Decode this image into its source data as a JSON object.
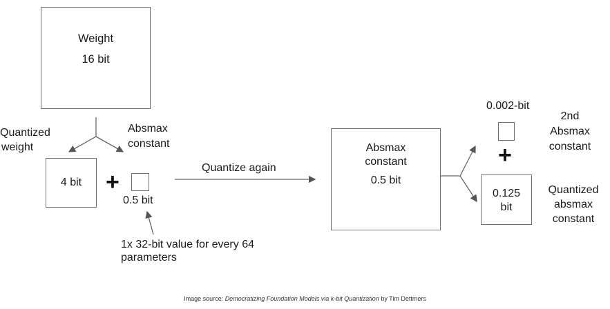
{
  "weight_box": {
    "line1": "Weight",
    "line2": "16 bit"
  },
  "quantized_weight": {
    "label_line1": "Quantized",
    "label_line2": "weight",
    "box_text": "4 bit"
  },
  "absmax_constant_1": {
    "label_line1": "Absmax",
    "label_line2": "constant",
    "size": "0.5 bit"
  },
  "plus_symbol": "+",
  "annotation": {
    "line1": "1x 32-bit value for every 64",
    "line2": "parameters"
  },
  "quantize_again": "Quantize again",
  "absmax_box": {
    "line1": "Absmax",
    "line2": "constant",
    "line3": "0.5 bit"
  },
  "second_absmax": {
    "size": "0.002-bit",
    "label_line1": "2nd",
    "label_line2": "Absmax",
    "label_line3": "constant"
  },
  "quantized_absmax": {
    "box_line1": "0.125",
    "box_line2": "bit",
    "label_line1": "Quantized",
    "label_line2": "absmax",
    "label_line3": "constant"
  },
  "caption": {
    "prefix": "Image source: ",
    "title": "Democratizing Foundation Models via k-bit Quantization",
    "suffix": " by Tim Dettmers"
  },
  "colors": {
    "stroke": "#6f6f6f",
    "text": "#1a1a1a"
  }
}
